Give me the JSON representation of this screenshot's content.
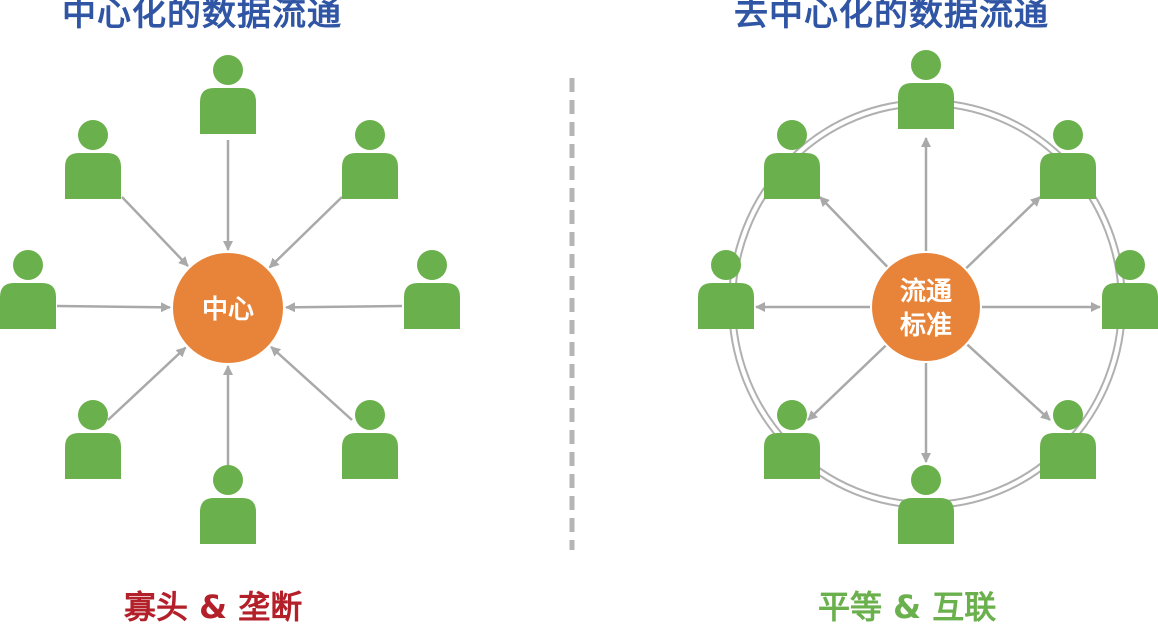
{
  "left": {
    "title": "中心化的数据流通",
    "center_label": "中心",
    "caption": "寡头 & 垄断",
    "caption_color": "#b3202a"
  },
  "right": {
    "title": "去中心化的数据流通",
    "center_label_line1": "流通",
    "center_label_line2": "标准",
    "caption": "平等 & 互联",
    "caption_color": "#6ab04c"
  },
  "colors": {
    "title": "#2f55a4",
    "person": "#6ab04c",
    "center": "#e8843a",
    "arrow": "#a9a9a9",
    "divider": "#b5b5b5"
  }
}
